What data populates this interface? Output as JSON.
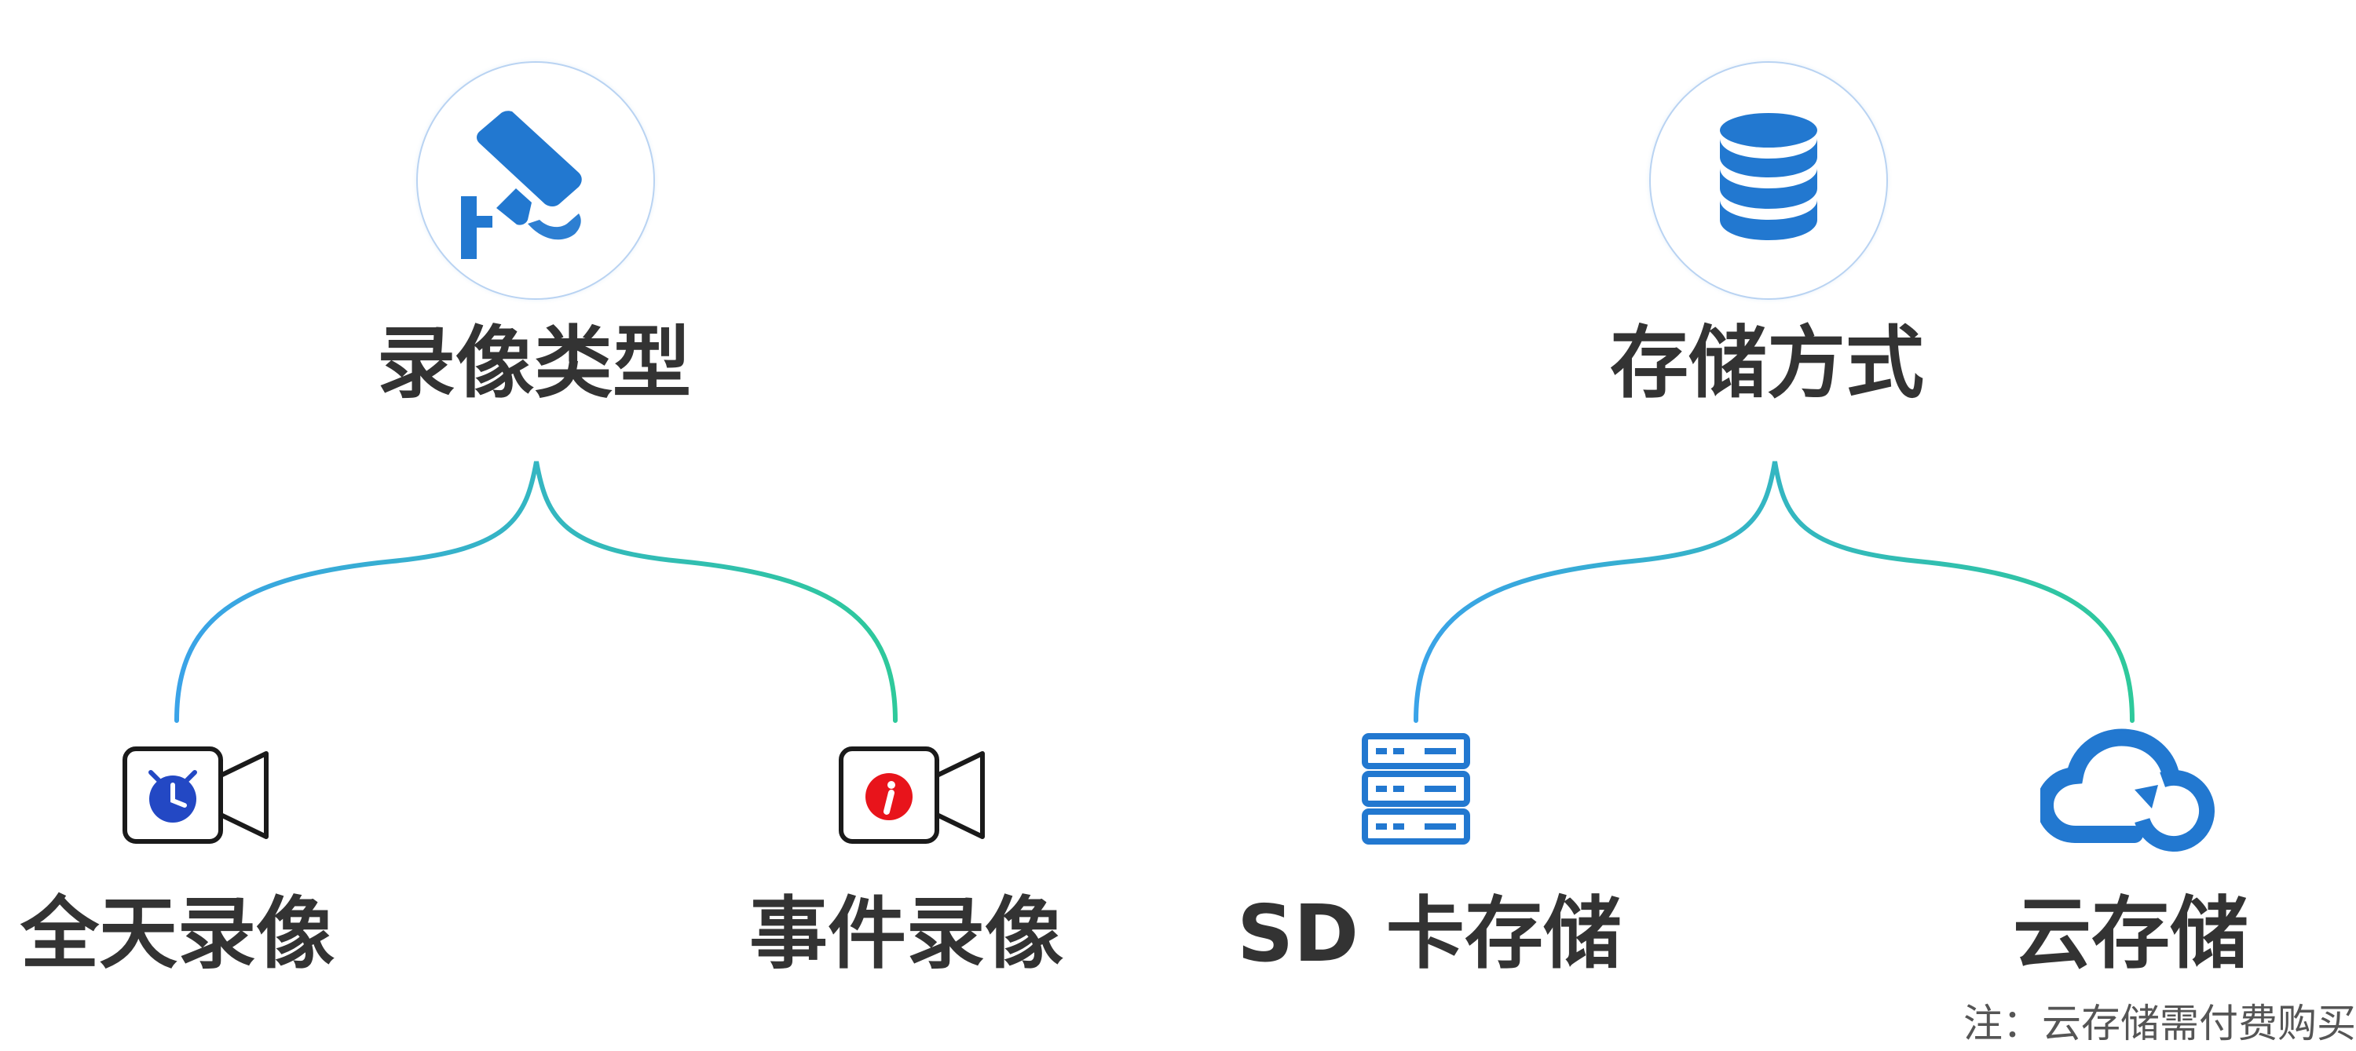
{
  "colors": {
    "primary_blue": "#2278d0",
    "gradient_start": "#3aa3e8",
    "gradient_end": "#2ec99b",
    "event_red": "#e8141b",
    "clock_blue": "#2348c4",
    "text_dark": "#333333",
    "note_gray": "#555555"
  },
  "recording": {
    "title": "录像类型",
    "icon": "security-camera-icon",
    "items": [
      {
        "label": "全天录像",
        "icon": "camera-clock-icon"
      },
      {
        "label": "事件录像",
        "icon": "camera-alert-icon"
      }
    ]
  },
  "storage": {
    "title": "存储方式",
    "icon": "database-icon",
    "items": [
      {
        "label": "SD 卡存储",
        "icon": "server-stack-icon"
      },
      {
        "label": "云存储",
        "icon": "cloud-sync-icon"
      }
    ]
  },
  "note": "注：云存储需付费购买"
}
